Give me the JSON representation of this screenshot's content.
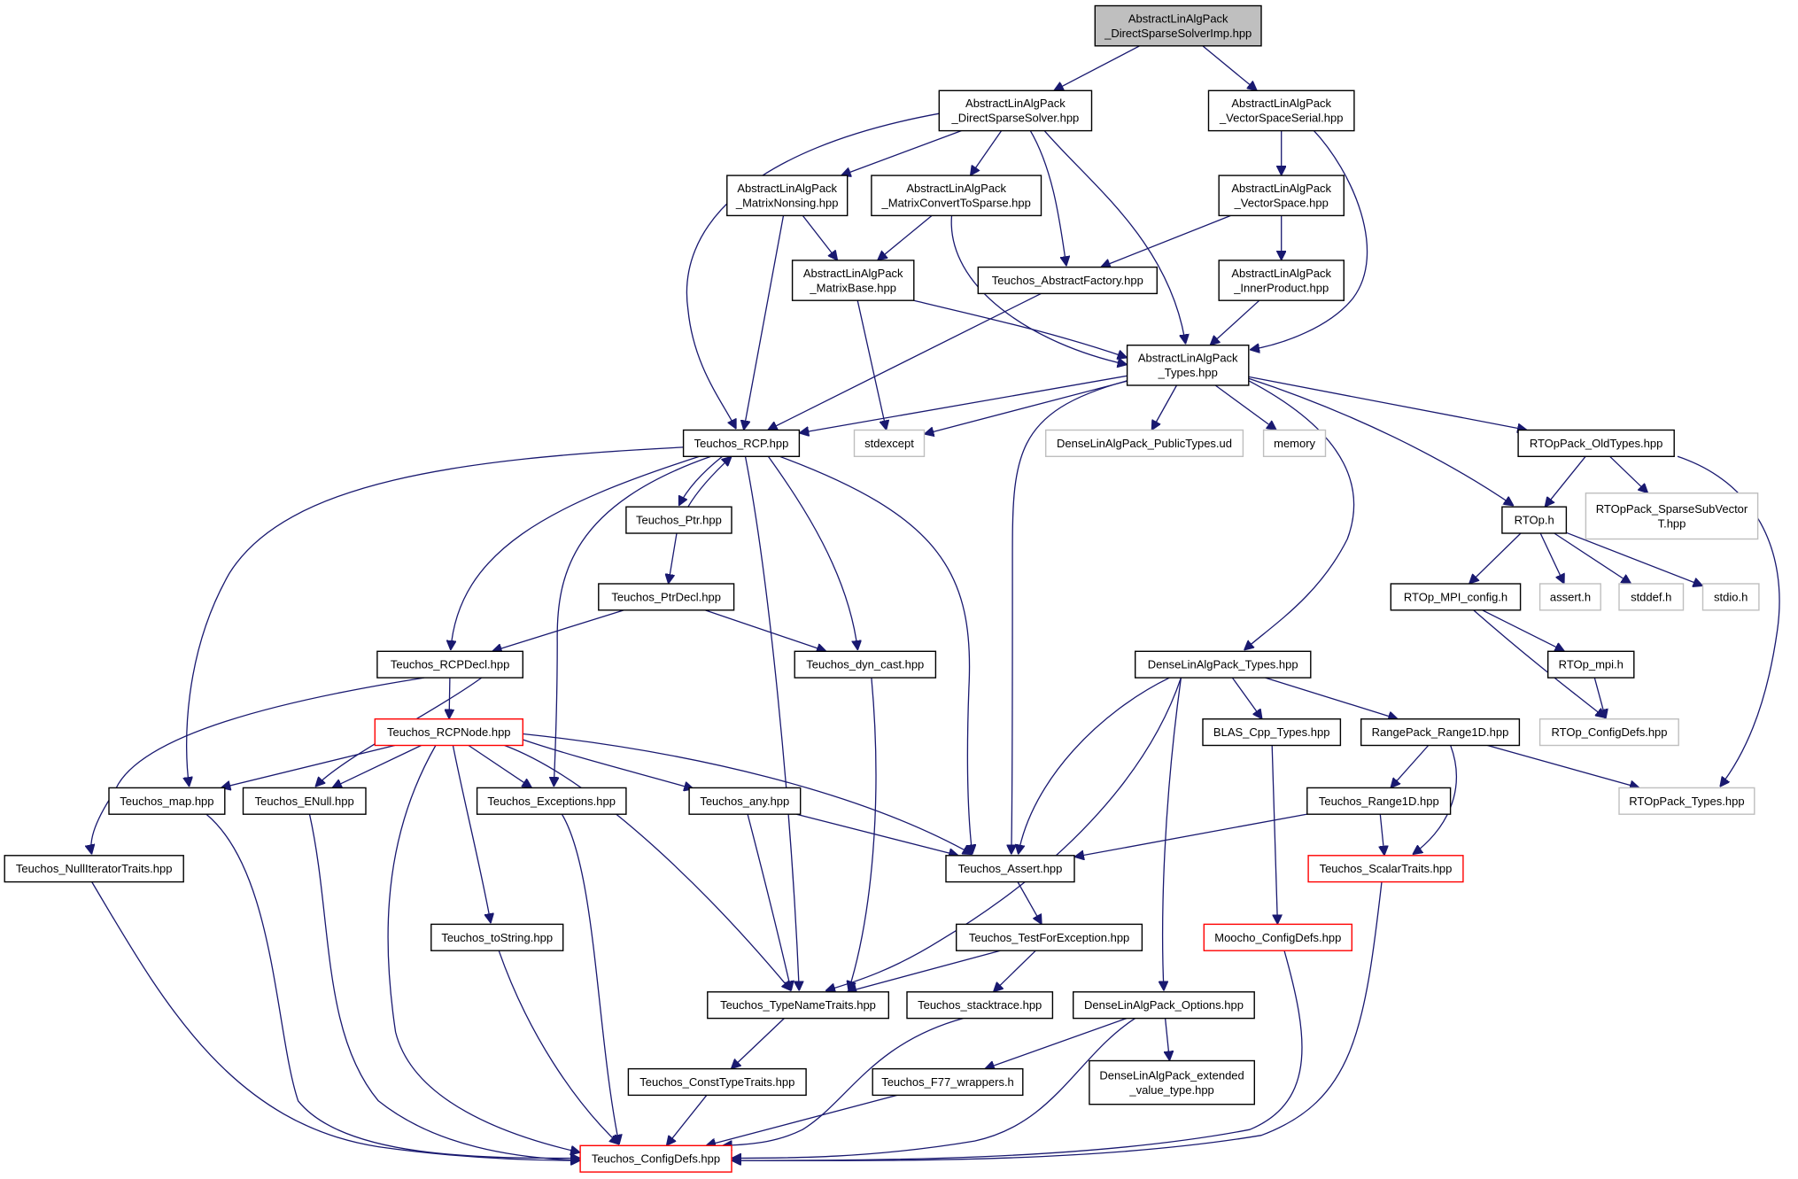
{
  "diagram": {
    "title": "",
    "colors": {
      "edge": "#191970",
      "node_border": "#000000",
      "root_fill": "#bfbfbf",
      "external_border": "#bfbfbf",
      "truncated_border": "#ff0000",
      "background": "#ffffff"
    },
    "nodes": [
      {
        "id": "root",
        "lines": [
          "AbstractLinAlgPack",
          "_DirectSparseSolverImp.hpp"
        ],
        "style": "root"
      },
      {
        "id": "dss",
        "lines": [
          "AbstractLinAlgPack",
          "_DirectSparseSolver.hpp"
        ],
        "style": "normal"
      },
      {
        "id": "vss",
        "lines": [
          "AbstractLinAlgPack",
          "_VectorSpaceSerial.hpp"
        ],
        "style": "normal"
      },
      {
        "id": "mns",
        "lines": [
          "AbstractLinAlgPack",
          "_MatrixNonsing.hpp"
        ],
        "style": "normal"
      },
      {
        "id": "mcts",
        "lines": [
          "AbstractLinAlgPack",
          "_MatrixConvertToSparse.hpp"
        ],
        "style": "normal"
      },
      {
        "id": "vs",
        "lines": [
          "AbstractLinAlgPack",
          "_VectorSpace.hpp"
        ],
        "style": "normal"
      },
      {
        "id": "mb",
        "lines": [
          "AbstractLinAlgPack",
          "_MatrixBase.hpp"
        ],
        "style": "normal"
      },
      {
        "id": "taf",
        "lines": [
          "Teuchos_AbstractFactory.hpp"
        ],
        "style": "normal"
      },
      {
        "id": "ip",
        "lines": [
          "AbstractLinAlgPack",
          "_InnerProduct.hpp"
        ],
        "style": "normal"
      },
      {
        "id": "types",
        "lines": [
          "AbstractLinAlgPack",
          "_Types.hpp"
        ],
        "style": "normal"
      },
      {
        "id": "rcp",
        "lines": [
          "Teuchos_RCP.hpp"
        ],
        "style": "normal"
      },
      {
        "id": "stdexcept",
        "lines": [
          "stdexcept"
        ],
        "style": "external"
      },
      {
        "id": "dlpud",
        "lines": [
          "DenseLinAlgPack_PublicTypes.ud"
        ],
        "style": "external"
      },
      {
        "id": "memory",
        "lines": [
          "memory"
        ],
        "style": "external"
      },
      {
        "id": "rtold",
        "lines": [
          "RTOpPack_OldTypes.hpp"
        ],
        "style": "normal"
      },
      {
        "id": "ptr",
        "lines": [
          "Teuchos_Ptr.hpp"
        ],
        "style": "normal"
      },
      {
        "id": "rtoph",
        "lines": [
          "RTOp.h"
        ],
        "style": "normal"
      },
      {
        "id": "rtssv",
        "lines": [
          "RTOpPack_SparseSubVector",
          "T.hpp"
        ],
        "style": "external"
      },
      {
        "id": "ptrdecl",
        "lines": [
          "Teuchos_PtrDecl.hpp"
        ],
        "style": "normal"
      },
      {
        "id": "mpicfg",
        "lines": [
          "RTOp_MPI_config.h"
        ],
        "style": "normal"
      },
      {
        "id": "asserth",
        "lines": [
          "assert.h"
        ],
        "style": "external"
      },
      {
        "id": "stddef",
        "lines": [
          "stddef.h"
        ],
        "style": "external"
      },
      {
        "id": "stdio",
        "lines": [
          "stdio.h"
        ],
        "style": "external"
      },
      {
        "id": "rcpdecl",
        "lines": [
          "Teuchos_RCPDecl.hpp"
        ],
        "style": "normal"
      },
      {
        "id": "dyncast",
        "lines": [
          "Teuchos_dyn_cast.hpp"
        ],
        "style": "normal"
      },
      {
        "id": "dlptypes",
        "lines": [
          "DenseLinAlgPack_Types.hpp"
        ],
        "style": "normal"
      },
      {
        "id": "rtmpi",
        "lines": [
          "RTOp_mpi.h"
        ],
        "style": "normal"
      },
      {
        "id": "rcpnode",
        "lines": [
          "Teuchos_RCPNode.hpp"
        ],
        "style": "truncated"
      },
      {
        "id": "blas",
        "lines": [
          "BLAS_Cpp_Types.hpp"
        ],
        "style": "normal"
      },
      {
        "id": "range1d",
        "lines": [
          "RangePack_Range1D.hpp"
        ],
        "style": "normal"
      },
      {
        "id": "rtcfg",
        "lines": [
          "RTOp_ConfigDefs.hpp"
        ],
        "style": "external"
      },
      {
        "id": "map",
        "lines": [
          "Teuchos_map.hpp"
        ],
        "style": "normal"
      },
      {
        "id": "enull",
        "lines": [
          "Teuchos_ENull.hpp"
        ],
        "style": "normal"
      },
      {
        "id": "exceptions",
        "lines": [
          "Teuchos_Exceptions.hpp"
        ],
        "style": "normal"
      },
      {
        "id": "any",
        "lines": [
          "Teuchos_any.hpp"
        ],
        "style": "normal"
      },
      {
        "id": "trange",
        "lines": [
          "Teuchos_Range1D.hpp"
        ],
        "style": "normal"
      },
      {
        "id": "rttypes",
        "lines": [
          "RTOpPack_Types.hpp"
        ],
        "style": "external"
      },
      {
        "id": "nit",
        "lines": [
          "Teuchos_NullIteratorTraits.hpp"
        ],
        "style": "normal"
      },
      {
        "id": "tassert",
        "lines": [
          "Teuchos_Assert.hpp"
        ],
        "style": "normal"
      },
      {
        "id": "scalar",
        "lines": [
          "Teuchos_ScalarTraits.hpp"
        ],
        "style": "truncated"
      },
      {
        "id": "tostring",
        "lines": [
          "Teuchos_toString.hpp"
        ],
        "style": "normal"
      },
      {
        "id": "tfe",
        "lines": [
          "Teuchos_TestForException.hpp"
        ],
        "style": "normal"
      },
      {
        "id": "moocho",
        "lines": [
          "Moocho_ConfigDefs.hpp"
        ],
        "style": "truncated"
      },
      {
        "id": "tnt",
        "lines": [
          "Teuchos_TypeNameTraits.hpp"
        ],
        "style": "normal"
      },
      {
        "id": "stack",
        "lines": [
          "Teuchos_stacktrace.hpp"
        ],
        "style": "normal"
      },
      {
        "id": "dlpopt",
        "lines": [
          "DenseLinAlgPack_Options.hpp"
        ],
        "style": "normal"
      },
      {
        "id": "ctt",
        "lines": [
          "Teuchos_ConstTypeTraits.hpp"
        ],
        "style": "normal"
      },
      {
        "id": "f77",
        "lines": [
          "Teuchos_F77_wrappers.h"
        ],
        "style": "normal"
      },
      {
        "id": "dlpext",
        "lines": [
          "DenseLinAlgPack_extended",
          "_value_type.hpp"
        ],
        "style": "normal"
      },
      {
        "id": "cfg",
        "lines": [
          "Teuchos_ConfigDefs.hpp"
        ],
        "style": "truncated"
      }
    ],
    "edges": [
      [
        "root",
        "dss"
      ],
      [
        "root",
        "vss"
      ],
      [
        "dss",
        "mns"
      ],
      [
        "dss",
        "mcts"
      ],
      [
        "dss",
        "taf"
      ],
      [
        "dss",
        "types"
      ],
      [
        "dss",
        "rcp"
      ],
      [
        "vss",
        "vs"
      ],
      [
        "vss",
        "types"
      ],
      [
        "mns",
        "mb"
      ],
      [
        "mns",
        "rcp"
      ],
      [
        "mcts",
        "mb"
      ],
      [
        "mcts",
        "types"
      ],
      [
        "vs",
        "taf"
      ],
      [
        "vs",
        "ip"
      ],
      [
        "mb",
        "types"
      ],
      [
        "mb",
        "stdexcept"
      ],
      [
        "taf",
        "rcp"
      ],
      [
        "ip",
        "types"
      ],
      [
        "types",
        "rcp"
      ],
      [
        "types",
        "stdexcept"
      ],
      [
        "types",
        "dlpud"
      ],
      [
        "types",
        "memory"
      ],
      [
        "types",
        "rtold"
      ],
      [
        "types",
        "rtoph"
      ],
      [
        "types",
        "tassert"
      ],
      [
        "types",
        "dlptypes"
      ],
      [
        "rcp",
        "ptr"
      ],
      [
        "rcp",
        "rcpdecl"
      ],
      [
        "rcp",
        "dyncast"
      ],
      [
        "rcp",
        "exceptions"
      ],
      [
        "rcp",
        "map"
      ],
      [
        "rcp",
        "tassert"
      ],
      [
        "rcp",
        "tnt"
      ],
      [
        "ptr",
        "rcp"
      ],
      [
        "ptr",
        "ptrdecl"
      ],
      [
        "ptrdecl",
        "rcpdecl"
      ],
      [
        "ptrdecl",
        "dyncast"
      ],
      [
        "rtold",
        "rtoph"
      ],
      [
        "rtold",
        "rtssv"
      ],
      [
        "rtold",
        "rttypes"
      ],
      [
        "rtoph",
        "mpicfg"
      ],
      [
        "rtoph",
        "asserth"
      ],
      [
        "rtoph",
        "stddef"
      ],
      [
        "rtoph",
        "stdio"
      ],
      [
        "mpicfg",
        "rtmpi"
      ],
      [
        "mpicfg",
        "rtcfg"
      ],
      [
        "rtmpi",
        "rtcfg"
      ],
      [
        "rcpdecl",
        "rcpnode"
      ],
      [
        "rcpdecl",
        "enull"
      ],
      [
        "rcpdecl",
        "nit"
      ],
      [
        "dyncast",
        "tnt"
      ],
      [
        "dlptypes",
        "blas"
      ],
      [
        "dlptypes",
        "range1d"
      ],
      [
        "dlptypes",
        "tassert"
      ],
      [
        "dlptypes",
        "tnt"
      ],
      [
        "dlptypes",
        "dlpopt"
      ],
      [
        "rcpnode",
        "map"
      ],
      [
        "rcpnode",
        "enull"
      ],
      [
        "rcpnode",
        "exceptions"
      ],
      [
        "rcpnode",
        "any"
      ],
      [
        "rcpnode",
        "tassert"
      ],
      [
        "rcpnode",
        "tostring"
      ],
      [
        "rcpnode",
        "tnt"
      ],
      [
        "rcpnode",
        "cfg"
      ],
      [
        "blas",
        "moocho"
      ],
      [
        "range1d",
        "trange"
      ],
      [
        "range1d",
        "scalar"
      ],
      [
        "range1d",
        "rttypes"
      ],
      [
        "trange",
        "tassert"
      ],
      [
        "trange",
        "scalar"
      ],
      [
        "map",
        "cfg"
      ],
      [
        "enull",
        "cfg"
      ],
      [
        "exceptions",
        "cfg"
      ],
      [
        "any",
        "tassert"
      ],
      [
        "any",
        "tnt"
      ],
      [
        "nit",
        "cfg"
      ],
      [
        "tassert",
        "tfe"
      ],
      [
        "scalar",
        "cfg"
      ],
      [
        "tostring",
        "cfg"
      ],
      [
        "tfe",
        "tnt"
      ],
      [
        "tfe",
        "stack"
      ],
      [
        "moocho",
        "cfg"
      ],
      [
        "tnt",
        "ctt"
      ],
      [
        "stack",
        "cfg"
      ],
      [
        "dlpopt",
        "f77"
      ],
      [
        "dlpopt",
        "dlpext"
      ],
      [
        "dlpopt",
        "cfg"
      ],
      [
        "ctt",
        "cfg"
      ],
      [
        "f77",
        "cfg"
      ]
    ]
  }
}
